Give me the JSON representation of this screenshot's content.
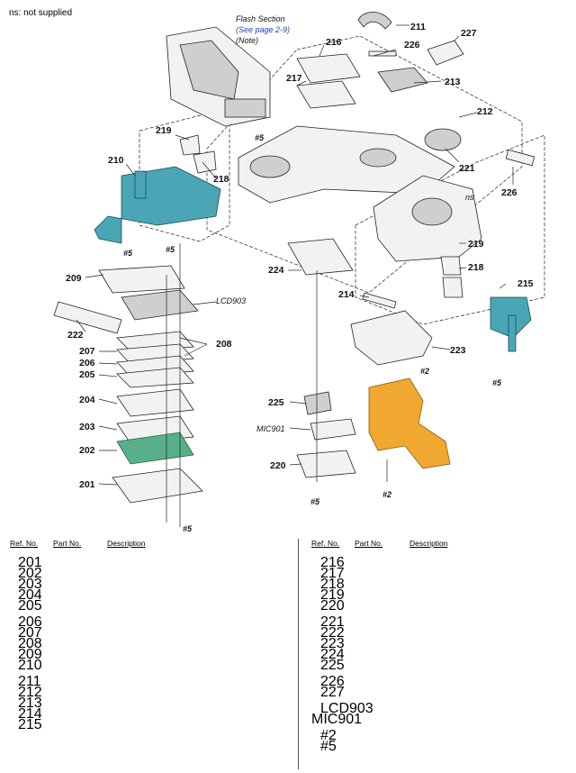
{
  "note": "ns: not supplied",
  "diagram": {
    "part_numbers": [
      "201",
      "202",
      "203",
      "204",
      "205",
      "206",
      "207",
      "208",
      "209",
      "210",
      "211",
      "212",
      "213",
      "214",
      "215",
      "216",
      "217",
      "218",
      "219",
      "220",
      "221",
      "222",
      "223",
      "224",
      "225",
      "226",
      "227"
    ],
    "lcd": "LCD903",
    "mic": "MIC901",
    "ns": "ns",
    "flash_title": "Flash Section",
    "flash_link": "(See page 2-9)",
    "flash_note": "(Note)",
    "screw2": "#2",
    "screw5": "#5"
  },
  "table": {
    "headers": {
      "ref": "Ref. No.",
      "part": "Part No.",
      "desc": "Description"
    },
    "left_groups": [
      [
        "201",
        "202",
        "203",
        "204",
        "205"
      ],
      [
        "206",
        "207",
        "208",
        "209",
        "210"
      ],
      [
        "211",
        "212",
        "213",
        "214",
        "215"
      ]
    ],
    "right_groups": [
      [
        "216",
        "217",
        "218",
        "219",
        "220"
      ],
      [
        "221",
        "222",
        "223",
        "224",
        "225"
      ],
      [
        "226",
        "227"
      ],
      [
        "LCD903",
        "MIC901"
      ],
      [
        "#2",
        "#5"
      ]
    ]
  }
}
